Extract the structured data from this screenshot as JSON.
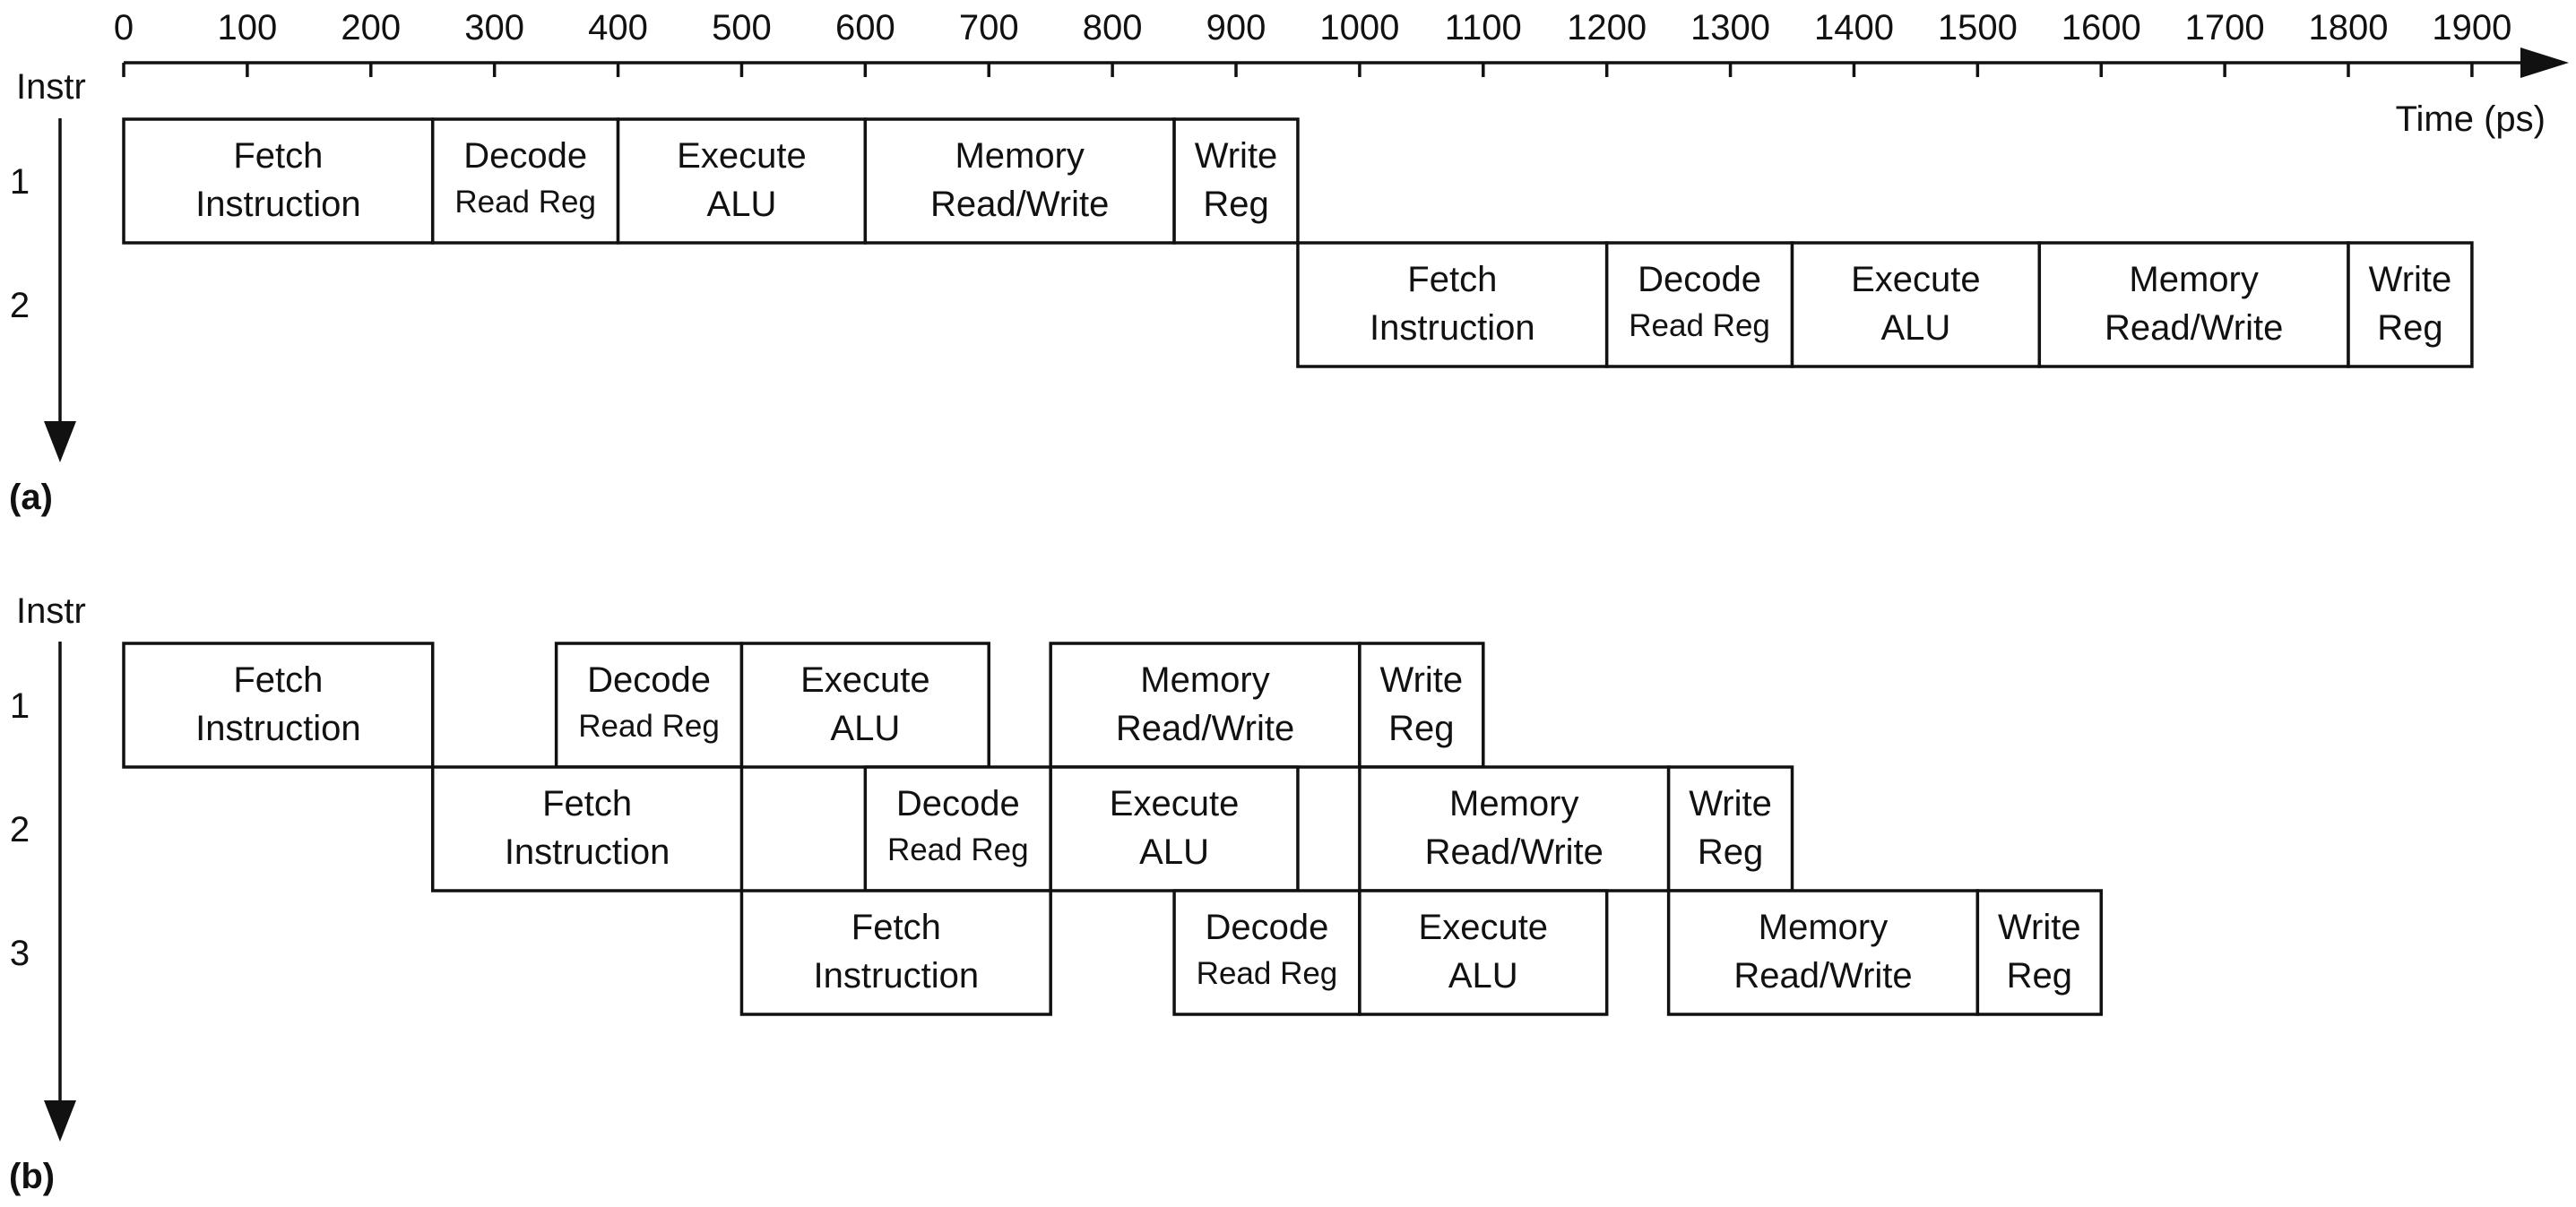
{
  "axis": {
    "title": "Time (ps)",
    "ticks": [
      0,
      100,
      200,
      300,
      400,
      500,
      600,
      700,
      800,
      900,
      1000,
      1100,
      1200,
      1300,
      1400,
      1500,
      1600,
      1700,
      1800,
      1900
    ],
    "range": [
      0,
      1900
    ]
  },
  "panels": [
    {
      "id": "a",
      "label": "(a)",
      "instr_label": "Instr",
      "rows": [
        {
          "label": "1",
          "stages": [
            {
              "line1": "Fetch",
              "line2": "Instruction",
              "start": 0,
              "end": 250,
              "small2": false
            },
            {
              "line1": "Decode",
              "line2": "Read Reg",
              "start": 250,
              "end": 400,
              "small2": true
            },
            {
              "line1": "Execute",
              "line2": "ALU",
              "start": 400,
              "end": 600,
              "small2": false
            },
            {
              "line1": "Memory",
              "line2": "Read/Write",
              "start": 600,
              "end": 850,
              "small2": false
            },
            {
              "line1": "Write",
              "line2": "Reg",
              "start": 850,
              "end": 950,
              "small2": false
            }
          ]
        },
        {
          "label": "2",
          "stages": [
            {
              "line1": "Fetch",
              "line2": "Instruction",
              "start": 950,
              "end": 1200,
              "small2": false
            },
            {
              "line1": "Decode",
              "line2": "Read Reg",
              "start": 1200,
              "end": 1350,
              "small2": true
            },
            {
              "line1": "Execute",
              "line2": "ALU",
              "start": 1350,
              "end": 1550,
              "small2": false
            },
            {
              "line1": "Memory",
              "line2": "Read/Write",
              "start": 1550,
              "end": 1800,
              "small2": false
            },
            {
              "line1": "Write",
              "line2": "Reg",
              "start": 1800,
              "end": 1900,
              "small2": false
            }
          ]
        }
      ]
    },
    {
      "id": "b",
      "label": "(b)",
      "instr_label": "Instr",
      "rows": [
        {
          "label": "1",
          "stages": [
            {
              "line1": "Fetch",
              "line2": "Instruction",
              "start": 0,
              "end": 250,
              "small2": false
            },
            {
              "line1": "Decode",
              "line2": "Read Reg",
              "start": 350,
              "end": 500,
              "small2": true
            },
            {
              "line1": "Execute",
              "line2": "ALU",
              "start": 500,
              "end": 700,
              "small2": false
            },
            {
              "line1": "Memory",
              "line2": "Read/Write",
              "start": 750,
              "end": 1000,
              "small2": false
            },
            {
              "line1": "Write",
              "line2": "Reg",
              "start": 1000,
              "end": 1100,
              "small2": false
            }
          ]
        },
        {
          "label": "2",
          "stages": [
            {
              "line1": "Fetch",
              "line2": "Instruction",
              "start": 250,
              "end": 500,
              "small2": false
            },
            {
              "line1": "Decode",
              "line2": "Read Reg",
              "start": 600,
              "end": 750,
              "small2": true
            },
            {
              "line1": "Execute",
              "line2": "ALU",
              "start": 750,
              "end": 950,
              "small2": false
            },
            {
              "line1": "Memory",
              "line2": "Read/Write",
              "start": 1000,
              "end": 1250,
              "small2": false
            },
            {
              "line1": "Write",
              "line2": "Reg",
              "start": 1250,
              "end": 1350,
              "small2": false
            }
          ]
        },
        {
          "label": "3",
          "stages": [
            {
              "line1": "Fetch",
              "line2": "Instruction",
              "start": 500,
              "end": 750,
              "small2": false
            },
            {
              "line1": "Decode",
              "line2": "Read Reg",
              "start": 850,
              "end": 1000,
              "small2": true
            },
            {
              "line1": "Execute",
              "line2": "ALU",
              "start": 1000,
              "end": 1200,
              "small2": false
            },
            {
              "line1": "Memory",
              "line2": "Read/Write",
              "start": 1250,
              "end": 1500,
              "small2": false
            },
            {
              "line1": "Write",
              "line2": "Reg",
              "start": 1500,
              "end": 1600,
              "small2": false
            }
          ]
        }
      ]
    }
  ]
}
